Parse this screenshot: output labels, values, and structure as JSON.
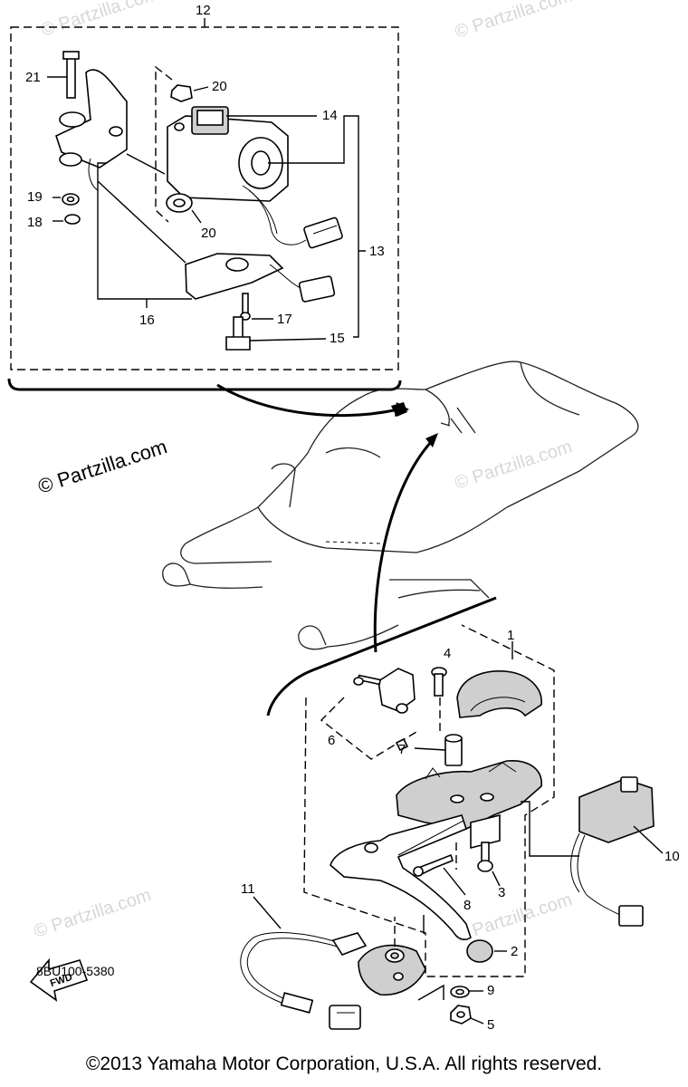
{
  "watermarks": {
    "top_right": "© Partzilla.com",
    "top_left": "© Partzilla.com",
    "middle_left": "© Partzilla.com",
    "middle_right": "© Partzilla.com",
    "bottom_left": "© Partzilla.com",
    "bottom_right": "© Partzilla.com"
  },
  "callouts": {
    "c1": "1",
    "c2": "2",
    "c3": "3",
    "c4": "4",
    "c5": "5",
    "c6": "6",
    "c7": "7",
    "c8": "8",
    "c9": "9",
    "c10": "10",
    "c11": "11",
    "c12": "12",
    "c13": "13",
    "c14": "14",
    "c15": "15",
    "c16": "16",
    "c17": "17",
    "c18": "18",
    "c19": "19",
    "c20a": "20",
    "c20b": "20",
    "c21": "21"
  },
  "fwd_label": "FWD",
  "diagram_code": "8BU100-5380",
  "copyright": "©2013 Yamaha Motor Corporation, U.S.A. All rights reserved."
}
